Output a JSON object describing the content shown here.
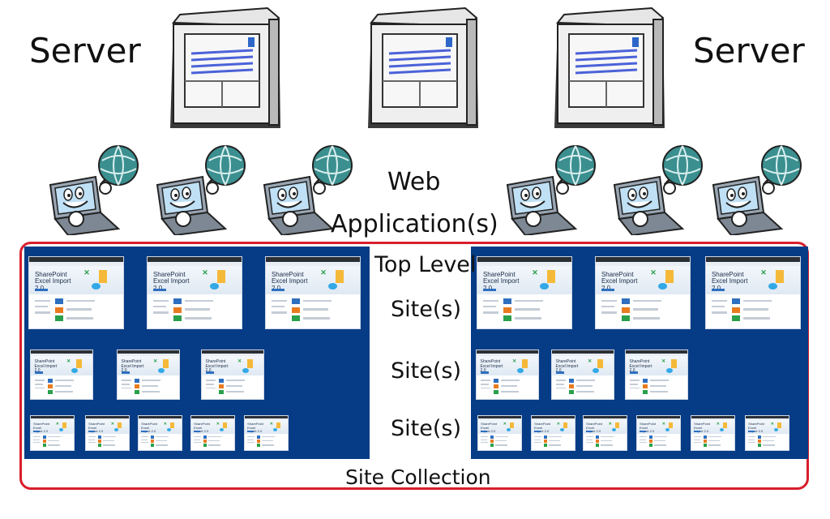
{
  "labels": {
    "server_left": "Server",
    "server_right": "Server",
    "web_line1": "Web",
    "web_line2": "Application(s)",
    "top_level": "Top Level",
    "sites_1": "Site(s)",
    "sites_2": "Site(s)",
    "sites_3": "Site(s)",
    "site_collection": "Site Collection"
  },
  "thumbnail": {
    "title": "SharePoint Excel Import 2.0",
    "check_mark": "✕"
  },
  "colors": {
    "panel": "#063c86",
    "frame": "#d81e2c",
    "globe": "#3b8f8f"
  },
  "icons": {
    "server": "server-tower-icon",
    "web_app": "laptop-globe-mascot-icon",
    "site": "website-thumbnail"
  }
}
